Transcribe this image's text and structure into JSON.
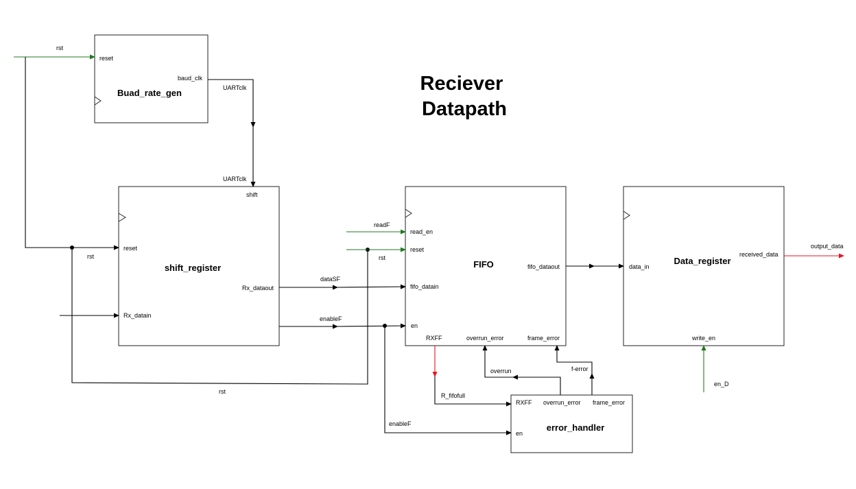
{
  "title": {
    "line1": "Reciever",
    "line2": "Datapath"
  },
  "blocks": {
    "baud_rate_gen": {
      "name": "Buad_rate_gen",
      "ports": {
        "reset": "reset",
        "baud_clk": "baud_clk"
      }
    },
    "shift_register": {
      "name": "shift_register",
      "ports": {
        "shift": "shift",
        "reset": "reset",
        "rx_dataout": "Rx_dataout",
        "rx_datain": "Rx_datain"
      }
    },
    "fifo": {
      "name": "FIFO",
      "ports": {
        "read_en": "read_en",
        "reset": "reset",
        "fifo_datain": "fifo_datain",
        "en": "en",
        "fifo_dataout": "fifo_dataout",
        "rxff": "RXFF",
        "overrun_error": "overrun_error",
        "frame_error": "frame_error"
      }
    },
    "data_register": {
      "name": "Data_register",
      "ports": {
        "data_in": "data_in",
        "received_data": "received_data",
        "write_en": "write_en"
      }
    },
    "error_handler": {
      "name": "error_handler",
      "ports": {
        "rxff": "RXFF",
        "overrun_error": "overrun_error",
        "frame_error": "frame_error",
        "en": "en"
      }
    }
  },
  "signals": {
    "rst_top": "rst",
    "uartclk_out": "UARTclk",
    "uartclk_in": "UARTclk",
    "rst_left": "rst",
    "rst_bottom": "rst",
    "rst_fifo": "rst",
    "readF": "readF",
    "dataSF": "dataSF",
    "enableF_top": "enableF",
    "enableF_bottom": "enableF",
    "output_data": "output_data",
    "r_fifofull": "R_fifofull",
    "overrun": "overrun",
    "f_error": "f-error",
    "en_d": "en_D"
  },
  "colors": {
    "control_input": "#1f7a1f",
    "output_signal": "#e8141e",
    "wire": "#000000"
  }
}
